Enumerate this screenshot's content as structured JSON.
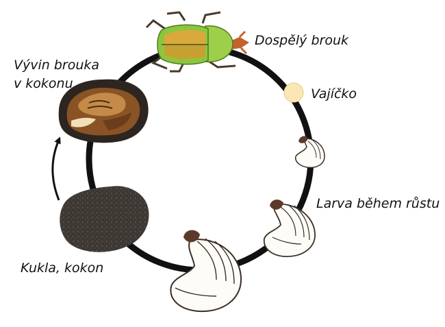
{
  "diagram": {
    "labels": {
      "adult": "Dospělý brouk",
      "egg": "Vajíčko",
      "larva": "Larva během růstu",
      "pupa": "Kukla, kokon",
      "development_line1": "Vývin brouka",
      "development_line2": "v kokonu"
    },
    "colors": {
      "cycle_ring": "#111111",
      "egg": "#fbe7b4",
      "larva_body": "#fdfcf7",
      "larva_outline": "#3a2c26",
      "larva_head": "#5b3a2a",
      "cocoon": "#3d3833",
      "beetle_green": "#8cc63f",
      "beetle_orange": "#e8a33c",
      "pupa_brown": "#8a5326"
    }
  }
}
